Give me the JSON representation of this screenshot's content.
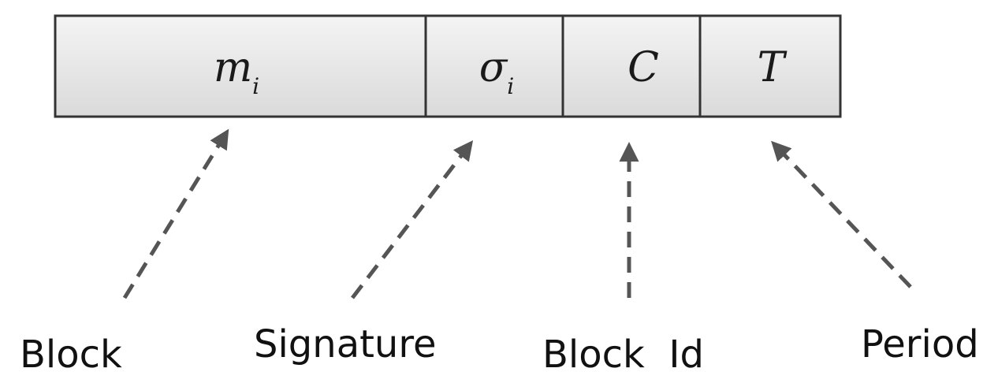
{
  "fields": [
    {
      "id": "block",
      "symbol": "m",
      "subscript": "i",
      "label": "Block"
    },
    {
      "id": "signature",
      "symbol": "σ",
      "subscript": "i",
      "label": "Signature"
    },
    {
      "id": "block-id",
      "symbol": "C",
      "subscript": "",
      "label": "Block  Id"
    },
    {
      "id": "period",
      "symbol": "T",
      "subscript": "",
      "label": "Period"
    }
  ],
  "colors": {
    "cell_fill_top": "#f4f4f4",
    "cell_fill_bottom": "#dadada",
    "border": "#333333",
    "arrow": "#555555"
  }
}
